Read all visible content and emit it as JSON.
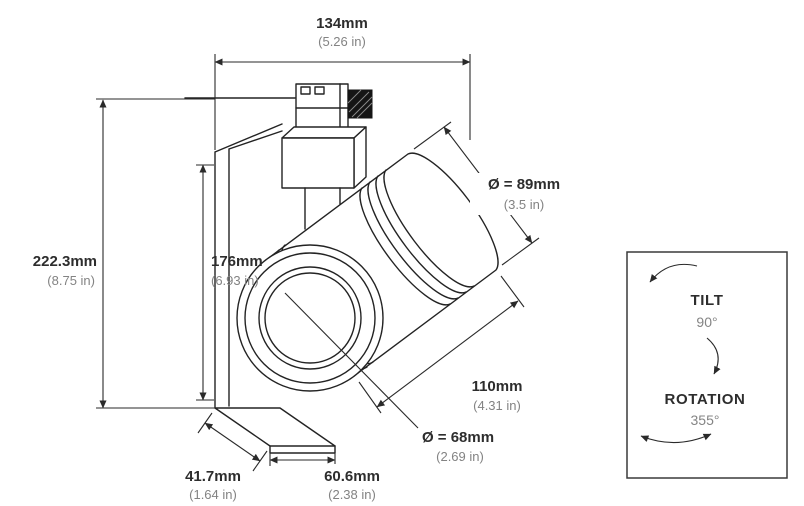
{
  "colors": {
    "ink": "#2a2a2a",
    "muted": "#838383"
  },
  "dimensions": {
    "width": {
      "metric": "134mm",
      "imperial": "(5.26 in)"
    },
    "overall_height": {
      "metric": "222.3mm",
      "imperial": "(8.75 in)"
    },
    "body_height": {
      "metric": "176mm",
      "imperial": "(6.93 in)"
    },
    "head_diameter": {
      "metric": "Ø = 89mm",
      "imperial": "(3.5 in)"
    },
    "head_length": {
      "metric": "110mm",
      "imperial": "(4.31 in)"
    },
    "lens_diameter": {
      "metric": "Ø = 68mm",
      "imperial": "(2.69 in)"
    },
    "base_depth": {
      "metric": "41.7mm",
      "imperial": "(1.64 in)"
    },
    "base_width": {
      "metric": "60.6mm",
      "imperial": "(2.38 in)"
    }
  },
  "adjustability": {
    "tilt": {
      "label": "TILT",
      "value": "90°"
    },
    "rotation": {
      "label": "ROTATION",
      "value": "355°"
    }
  }
}
